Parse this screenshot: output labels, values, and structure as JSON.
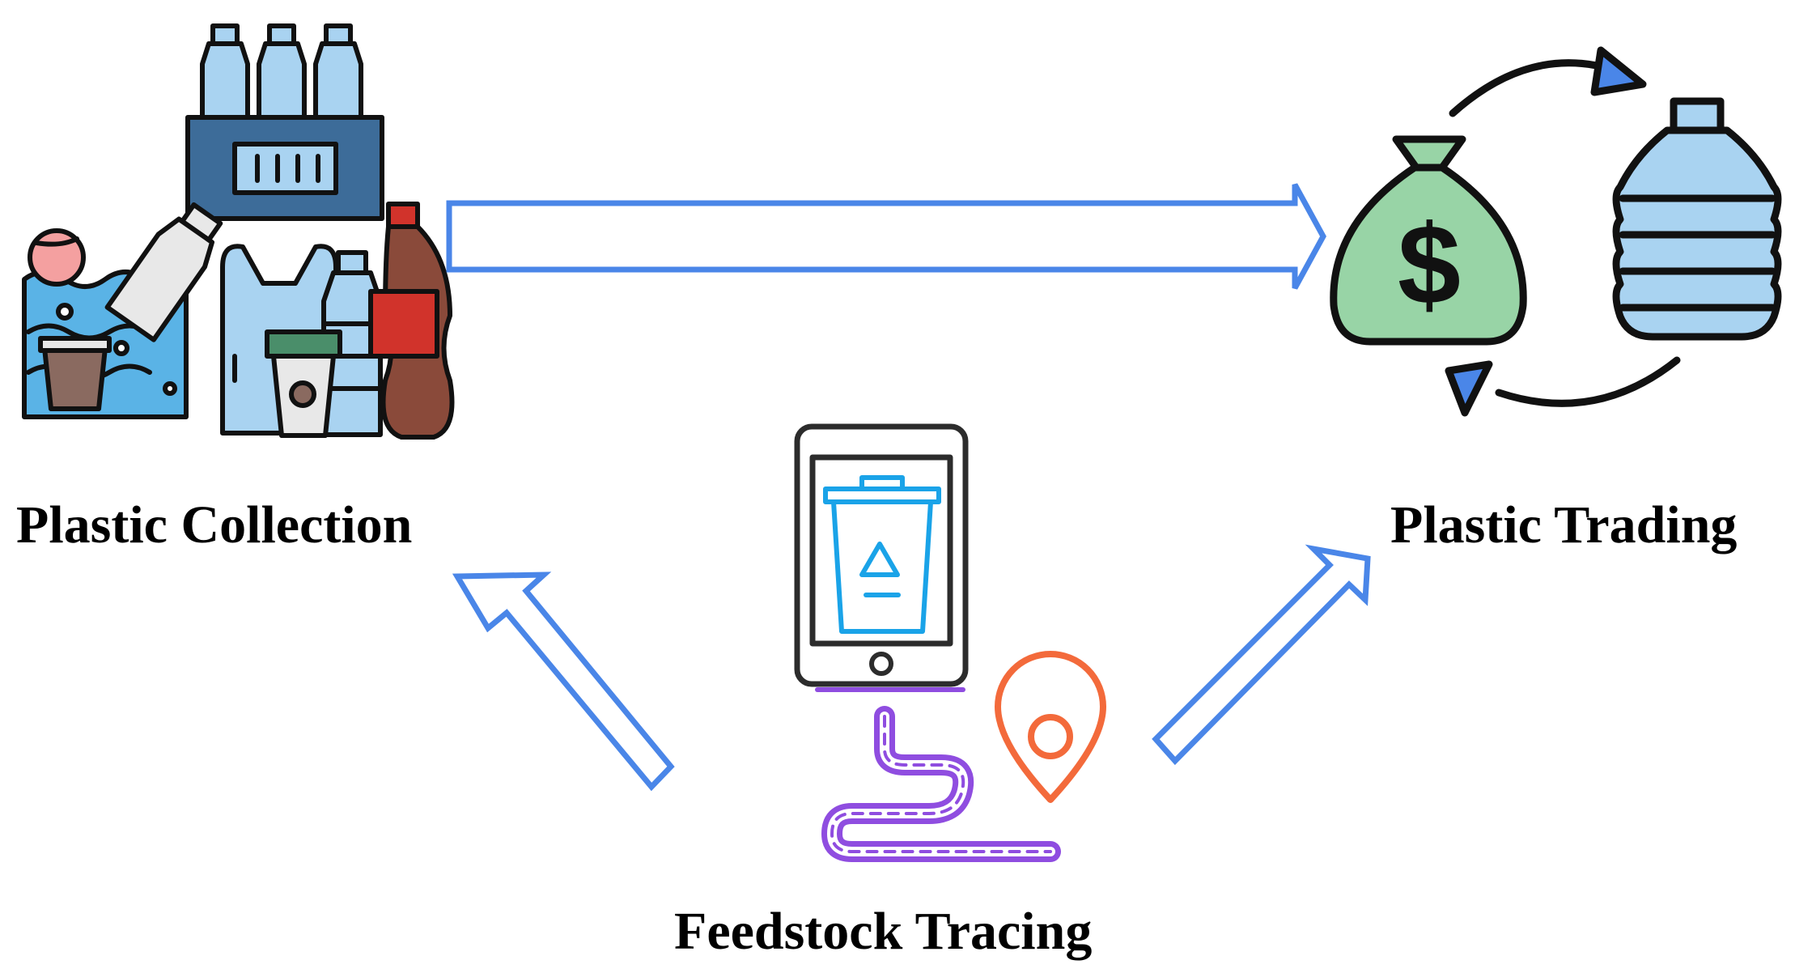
{
  "labels": {
    "collection": "Plastic Collection",
    "trading": "Plastic Trading",
    "tracing": "Feedstock Tracing"
  },
  "icons": {
    "collection": "plastic-waste-icon",
    "trading": "money-bag-bottle-exchange-icon",
    "tracing": "smartphone-recycle-route-icon"
  },
  "colors": {
    "arrow_stroke": "#4a86e8",
    "route": "#8f4de0",
    "pin": "#f36a3b",
    "recycle_bin": "#1aa3e8",
    "money_bag": "#98d4a6",
    "bottle_blue": "#a9d3f1",
    "crate": "#3d6c99",
    "cola": "#d1332b",
    "water": "#5ab3e6",
    "outline": "#111111"
  }
}
